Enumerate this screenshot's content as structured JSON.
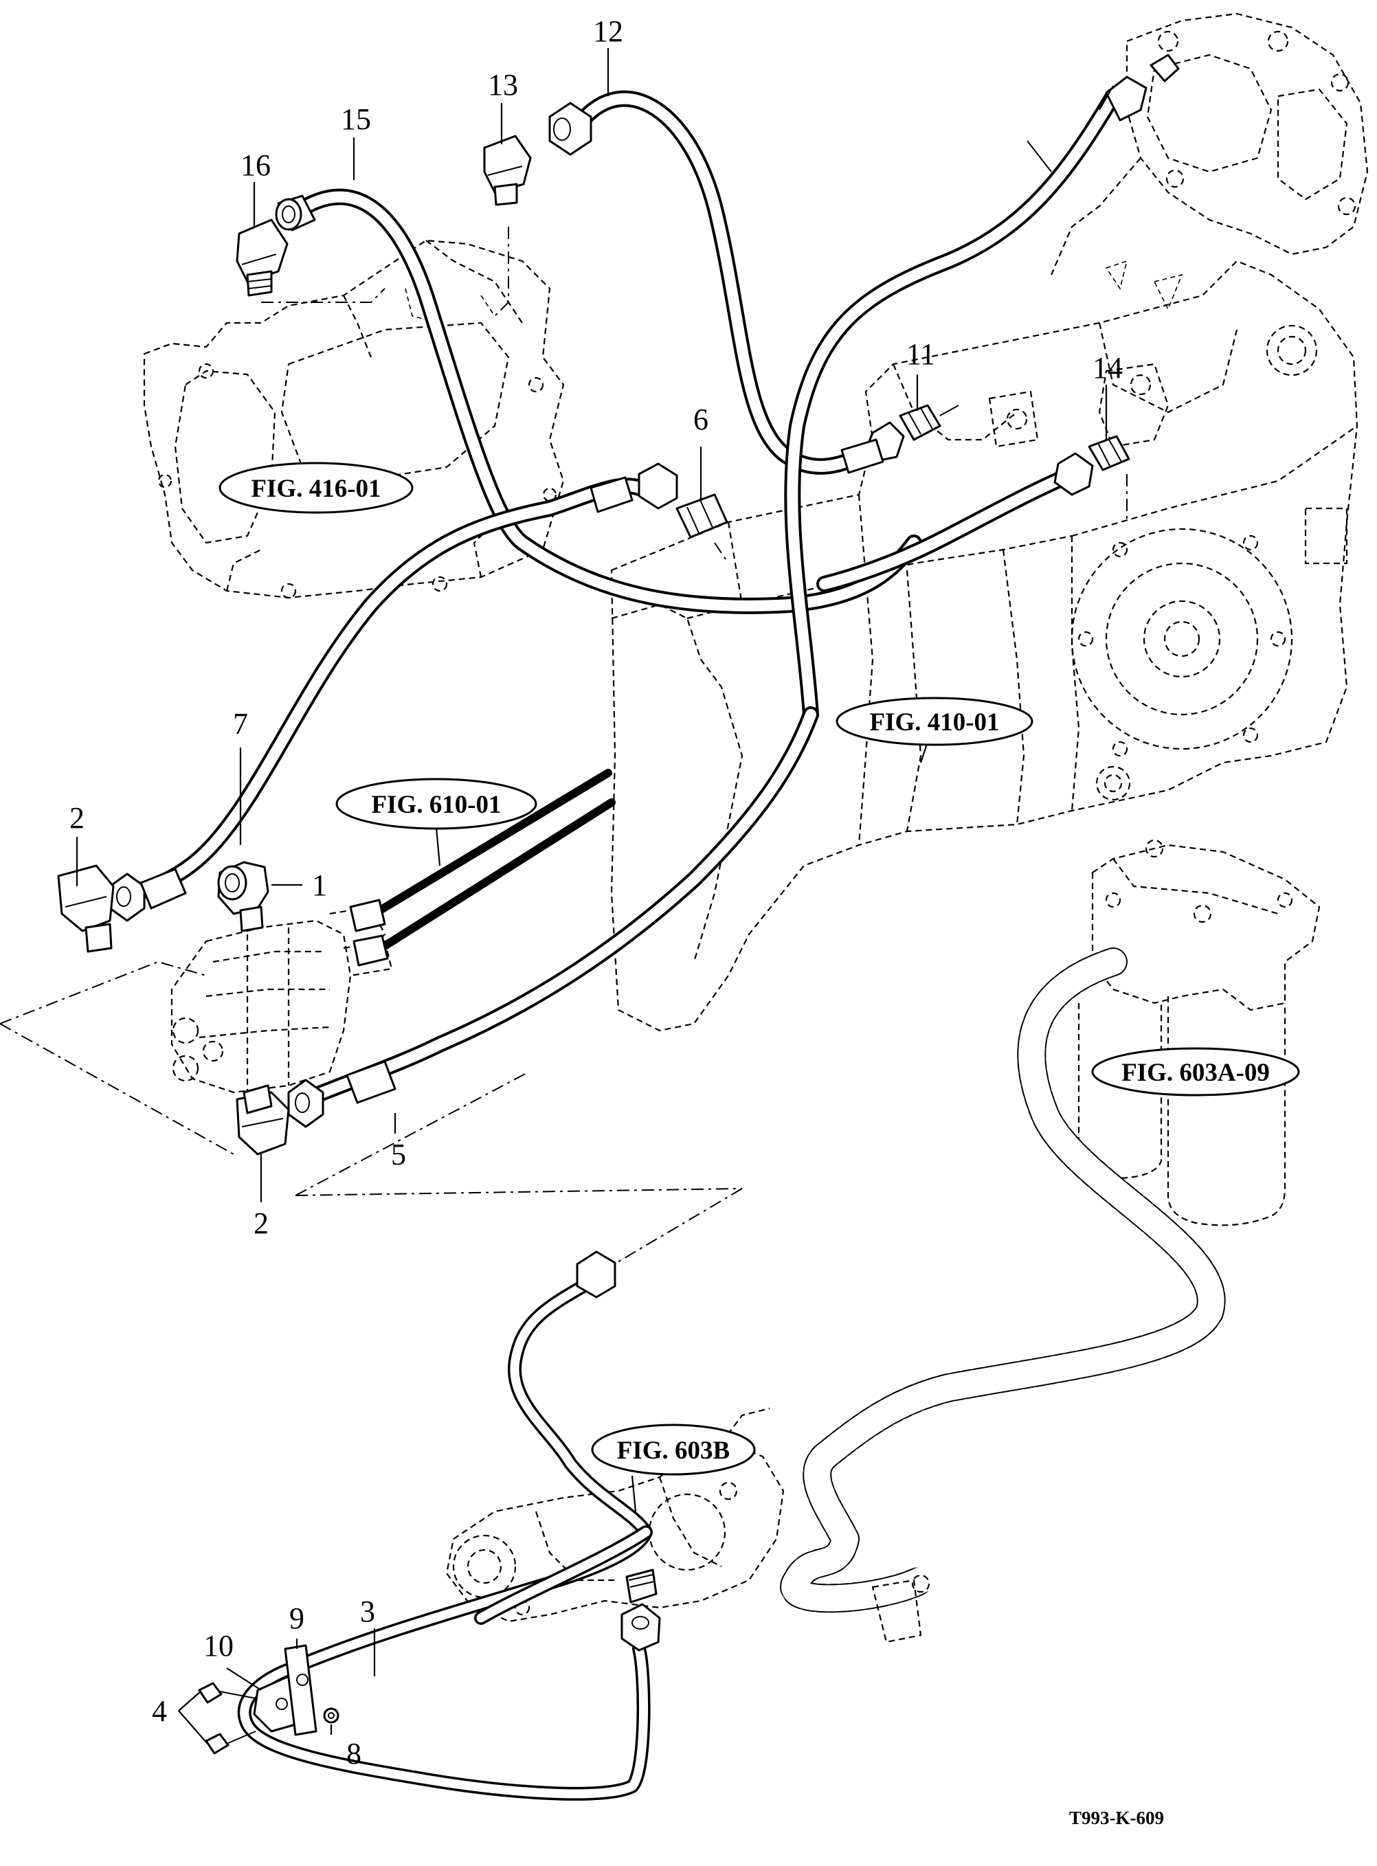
{
  "callouts": [
    "1",
    "2",
    "2",
    "3",
    "4",
    "5",
    "6",
    "7",
    "8",
    "9",
    "10",
    "11",
    "12",
    "13",
    "14",
    "15",
    "16"
  ],
  "figure_refs": [
    "FIG. 416-01",
    "FIG. 410-01",
    "FIG. 610-01",
    "FIG. 603A-09",
    "FIG. 603B"
  ],
  "drawing_ref": "T993-K-609"
}
